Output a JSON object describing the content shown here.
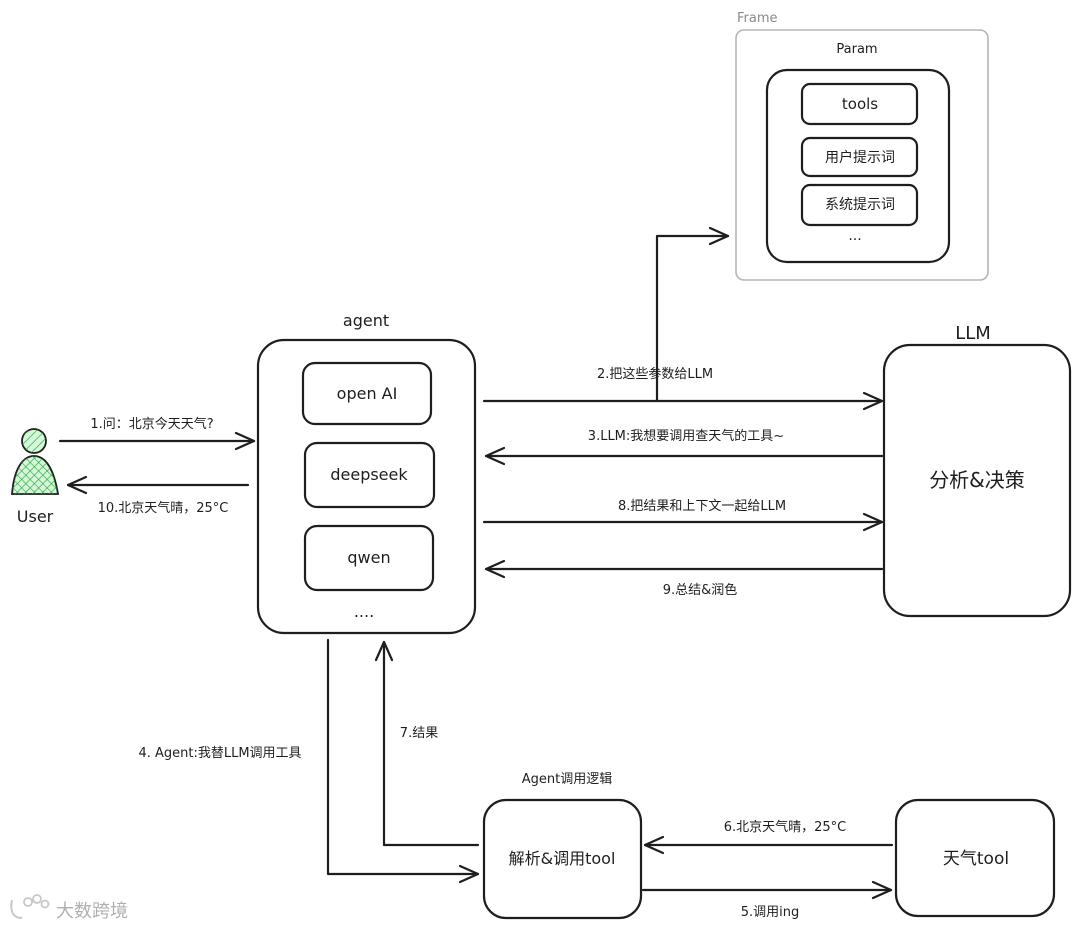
{
  "frame": {
    "label": "Frame",
    "group_title": "Param",
    "items": [
      "tools",
      "用户提示词",
      "系统提示词",
      "..."
    ]
  },
  "user": {
    "label": "User",
    "figure_color": "#2f9e44"
  },
  "agent": {
    "title": "agent",
    "models": [
      "open AI",
      "deepseek",
      "qwen"
    ],
    "more": "...."
  },
  "llm": {
    "title": "LLM",
    "body": "分析&决策"
  },
  "logic": {
    "title": "Agent调用逻辑",
    "body": "解析&调用tool"
  },
  "tool": {
    "body": "天气tool"
  },
  "edges": {
    "ask": "1.问：北京今天天气?",
    "params": "2.把这些参数给LLM",
    "llm_wants": "3.LLM:我想要调用查天气的工具~",
    "agent_calls": "4. Agent:我替LLM调用工具",
    "calling": "5.调用ing",
    "tool_result": "6.北京天气晴，25°C",
    "result": "7.结果",
    "context": "8.把结果和上下文一起给LLM",
    "summary": "9.总结&润色",
    "answer": "10.北京天气晴，25°C"
  },
  "watermark": {
    "text": "大数跨境"
  }
}
